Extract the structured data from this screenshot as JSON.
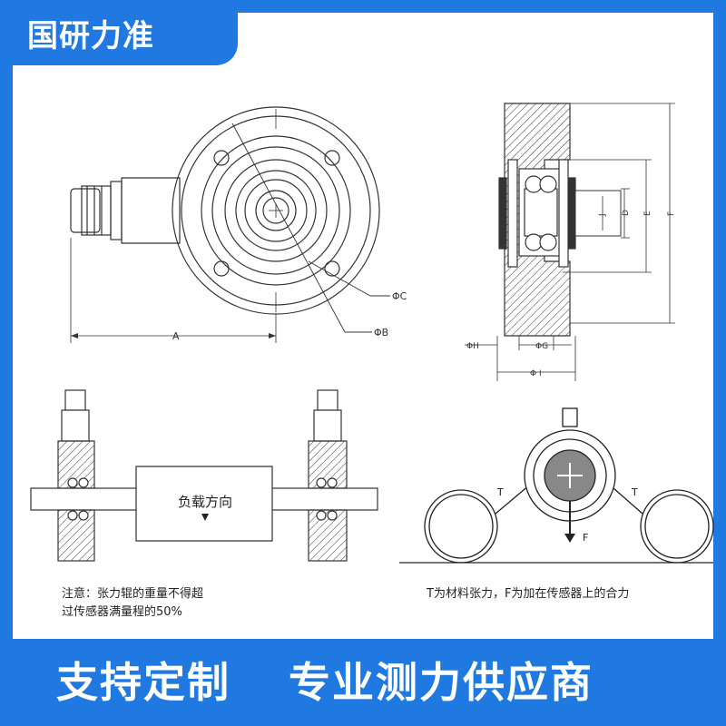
{
  "brand": {
    "name": "国研力准"
  },
  "diagram": {
    "front_labels": {
      "a": "A",
      "b": "ΦB",
      "c": "ΦC"
    },
    "side_labels": {
      "j": "J",
      "d": "D",
      "e": "E",
      "f": "F",
      "h": "ΦH",
      "g": "ΦG",
      "i": "Φ I"
    },
    "load_label": "负载方向",
    "tension_labels": {
      "t_left": "T",
      "t_right": "T",
      "f": "F"
    },
    "note_left_line1": "注意：张力辊的重量不得超",
    "note_left_line2": "过传感器满量程的50%",
    "note_right": "T为材料张力，F为加在传感器上的合力"
  },
  "footer": {
    "slogan_left": "支持定制",
    "slogan_right": "专业测力供应商"
  },
  "colors": {
    "brand_blue": "#1f79e0"
  }
}
